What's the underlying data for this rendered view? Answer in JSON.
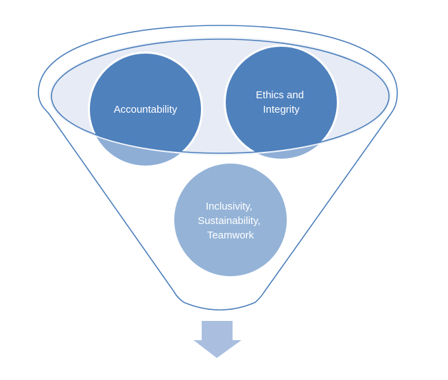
{
  "diagram": {
    "type": "funnel",
    "circles": [
      {
        "id": "accountability",
        "lines": [
          "Accountability"
        ]
      },
      {
        "id": "ethics",
        "lines": [
          "Ethics and",
          "Integrity"
        ]
      },
      {
        "id": "inclusivity",
        "lines": [
          "Inclusivity,",
          "Sustainability,",
          "Teamwork"
        ]
      }
    ],
    "colors": {
      "outline": "#4a7ebb",
      "rim_fill": "#e6ebf5",
      "circle_dark": "#4f81bd",
      "circle_dark_below": "#8eaed6",
      "circle_light": "#94b3d7",
      "arrow": "#aabfe0"
    }
  }
}
